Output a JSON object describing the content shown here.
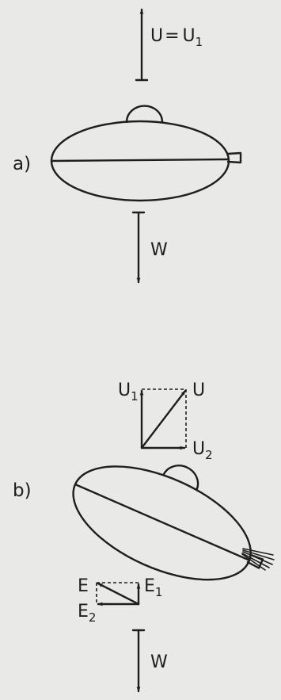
{
  "figure": {
    "part_a": {
      "label": "a)",
      "lift_vector": {
        "symbol": "U",
        "equals": "=",
        "rhs_symbol": "U",
        "rhs_subscript": "1"
      },
      "weight_vector": {
        "symbol": "W"
      }
    },
    "part_b": {
      "label": "b)",
      "lift_components": {
        "resultant": "U",
        "vertical": {
          "symbol": "U",
          "subscript": "1"
        },
        "horizontal": {
          "symbol": "U",
          "subscript": "2"
        }
      },
      "drag_components": {
        "resultant": "E",
        "vertical": {
          "symbol": "E",
          "subscript": "1"
        },
        "horizontal": {
          "symbol": "E",
          "subscript": "2"
        }
      },
      "weight_vector": {
        "symbol": "W"
      }
    }
  },
  "colors": {
    "background": "#e9e9e7",
    "ink": "#1e1e1e"
  }
}
